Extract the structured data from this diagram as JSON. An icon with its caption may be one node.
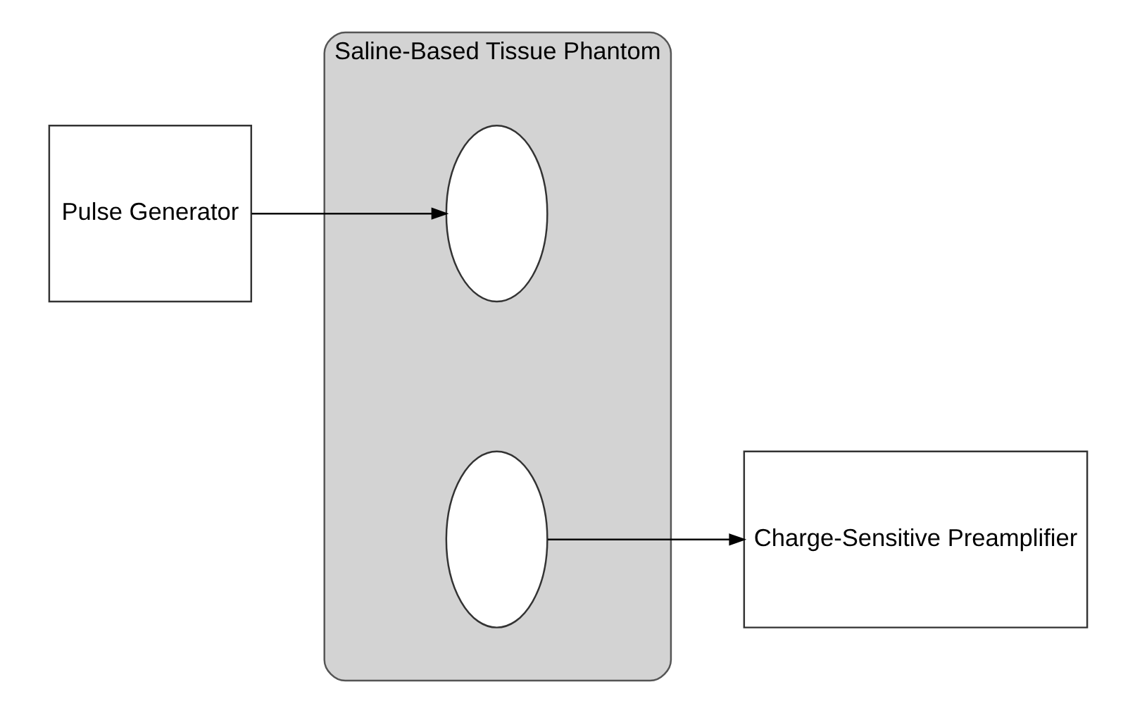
{
  "diagram": {
    "nodes": [
      {
        "text": [
          "Pulse Generator"
        ]
      },
      {
        "text": [
          "Saline-Based Tissue Phantom"
        ]
      },
      {
        "text": [],
        "shape": "ellipse",
        "in": 1
      },
      {
        "text": [],
        "shape": "ellipse",
        "in": 1
      },
      {
        "text": [
          "Charge-Sensitive Preamplifier"
        ]
      }
    ],
    "edges": [
      {
        "from": 0,
        "to": 2,
        "arrow": "to"
      },
      {
        "from": 3,
        "to": 4,
        "arrow": "to"
      }
    ]
  }
}
